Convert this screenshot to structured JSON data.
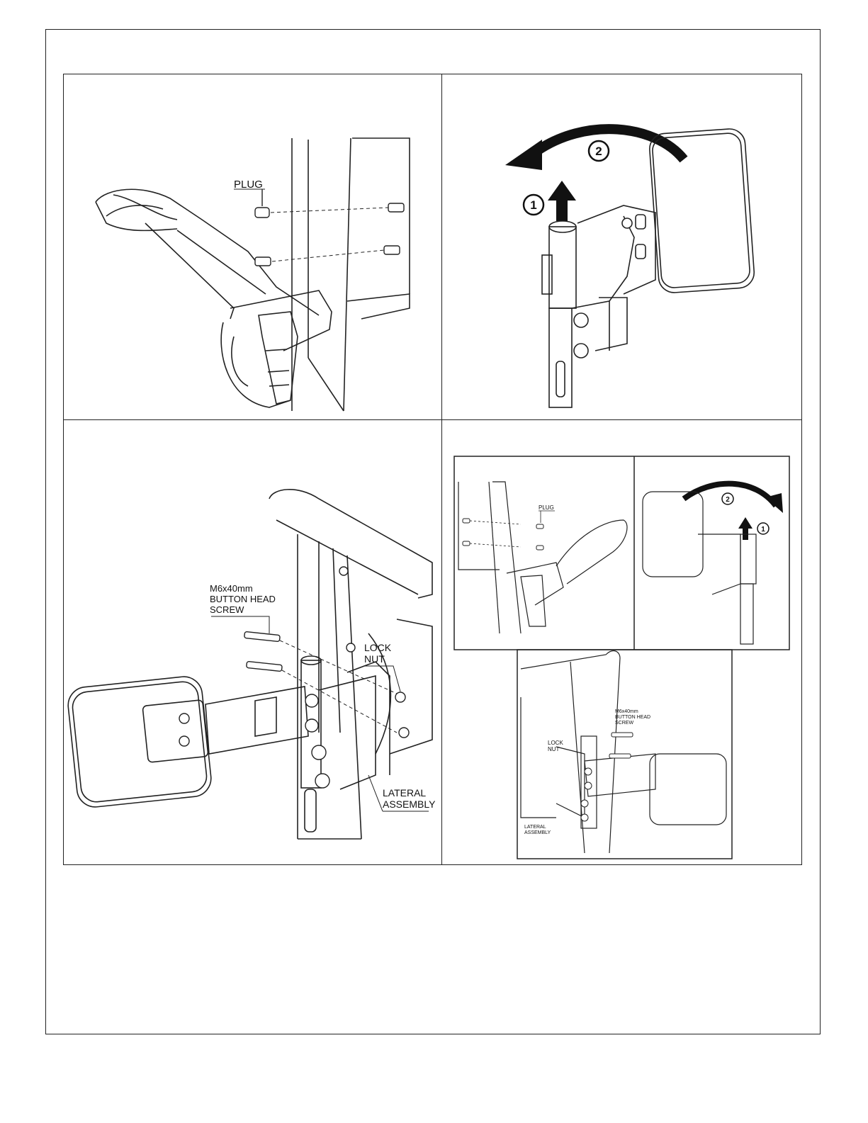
{
  "panel_a": {
    "plug_label": "PLUG"
  },
  "panel_b": {
    "step1": "1",
    "step2": "2"
  },
  "panel_c": {
    "screw_label_1": "M6x40mm",
    "screw_label_2": "BUTTON HEAD",
    "screw_label_3": "SCREW",
    "locknut_label_1": "LOCK",
    "locknut_label_2": "NUT",
    "lateral_label_1": "LATERAL",
    "lateral_label_2": "ASSEMBLY"
  },
  "panel_d": {
    "plug_label": "PLUG",
    "step1": "1",
    "step2": "2",
    "screw_label_1": "M6x40mm",
    "screw_label_2": "BUTTON HEAD",
    "screw_label_3": "SCREW",
    "locknut_label_1": "LOCK",
    "locknut_label_2": "NUT",
    "lateral_label_1": "LATERAL",
    "lateral_label_2": "ASSEMBLY"
  }
}
